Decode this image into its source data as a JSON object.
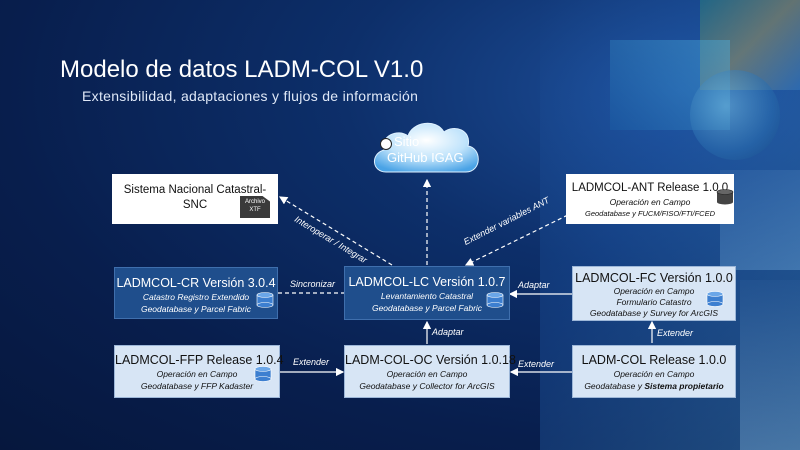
{
  "title": "Modelo de datos LADM-COL V1.0",
  "subtitle": "Extensibilidad,  adaptaciones   y flujos  de  información",
  "cloud": {
    "line1": "Sitio",
    "line2": "GitHub IGAG"
  },
  "snc": {
    "title_line1": "Sistema Nacional Catastral-",
    "title_line2": "SNC",
    "file_line1": "Archivo",
    "file_line2": "XTF"
  },
  "ant": {
    "title": "LADMCOL-ANT Release 1.0.0",
    "line1": "Operación en Campo",
    "line2": "Geodatabase y FUCM/FISO/FTI/FCED"
  },
  "cr": {
    "title": "LADMCOL-CR Versión 3.0.4",
    "line1": "Catastro Registro Extendido",
    "line2": "Geodatabase y Parcel Fabric"
  },
  "lc": {
    "title": "LADMCOL-LC Versión 1.0.7",
    "line1": "Levantamiento Catastral",
    "line2": "Geodatabase y Parcel Fabric"
  },
  "fc": {
    "title": "LADMCOL-FC Versión 1.0.0",
    "line1": "Operación en Campo",
    "line2": "Formulario Catastro",
    "line3": "Geodatabase y Survey for ArcGIS"
  },
  "ffp": {
    "title": "LADMCOL-FFP Release 1.0.4",
    "line1": "Operación en Campo",
    "line2": "Geodatabase y FFP Kadaster"
  },
  "oc": {
    "title": "LADM-COL-OC Versión 1.0.18",
    "line1": "Operación en Campo",
    "line2": "Geodatabase y Collector for ArcGIS"
  },
  "rel": {
    "title": "LADM-COL Release 1.0.0",
    "line1": "Operación en Campo",
    "line2a": "Geodatabase y ",
    "line2b": "Sistema propietario"
  },
  "labels": {
    "interoperar": "Interoperar  /  Integrar",
    "extender_ant": "Extender variables ANT",
    "sincronizar": "Sincronizar",
    "adaptar_fc": "Adaptar",
    "extender_fc": "Extender",
    "adaptar_oc": "Adaptar",
    "extender_ffp": "Extender",
    "extender_rel": "Extender"
  },
  "colors": {
    "dark_box": "#1f4e8c",
    "light_box": "#d7e5f5",
    "background": "#081e4d"
  }
}
